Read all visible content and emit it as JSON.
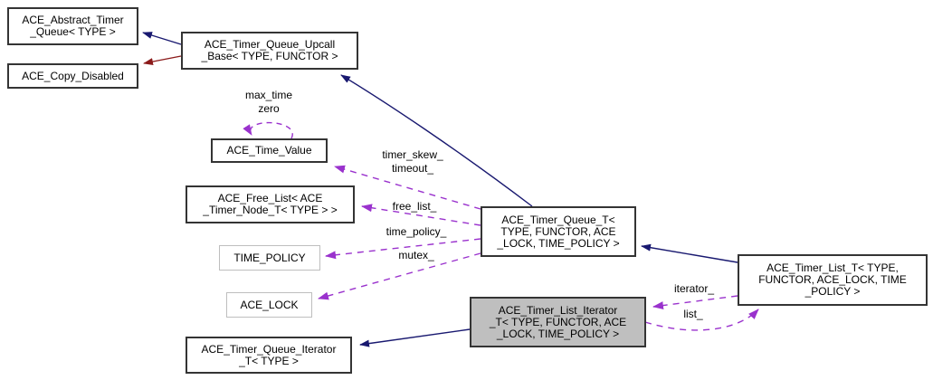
{
  "diagram": {
    "type": "uml-collaboration-graph",
    "colors": {
      "inheritance": "#191970",
      "private_inheritance": "#8b1a1a",
      "usage": "#9a32cd",
      "node_border": "#343434",
      "param_border": "#bebebe",
      "selected_fill": "#bfbfbf",
      "background": "#ffffff"
    },
    "nodes": [
      {
        "id": "ace-abstract-timer-queue",
        "lines": [
          "ACE_Abstract_Timer",
          "_Queue< TYPE >"
        ]
      },
      {
        "id": "ace-copy-disabled",
        "lines": [
          "ACE_Copy_Disabled"
        ]
      },
      {
        "id": "ace-timer-queue-upcall-base",
        "lines": [
          "ACE_Timer_Queue_Upcall",
          "_Base< TYPE, FUNCTOR >"
        ]
      },
      {
        "id": "ace-time-value",
        "lines": [
          "ACE_Time_Value"
        ]
      },
      {
        "id": "ace-free-list",
        "lines": [
          "ACE_Free_List< ACE",
          "_Timer_Node_T< TYPE > >"
        ]
      },
      {
        "id": "time-policy",
        "lines": [
          "TIME_POLICY"
        ]
      },
      {
        "id": "ace-lock",
        "lines": [
          "ACE_LOCK"
        ]
      },
      {
        "id": "ace-timer-queue-iterator-t",
        "lines": [
          "ACE_Timer_Queue_Iterator",
          "_T< TYPE >"
        ]
      },
      {
        "id": "ace-timer-queue-t",
        "lines": [
          "ACE_Timer_Queue_T<",
          "TYPE, FUNCTOR, ACE",
          "_LOCK, TIME_POLICY >"
        ]
      },
      {
        "id": "ace-timer-list-iterator-t",
        "lines": [
          "ACE_Timer_List_Iterator",
          "_T< TYPE, FUNCTOR, ACE",
          "_LOCK, TIME_POLICY >"
        ]
      },
      {
        "id": "ace-timer-list-t",
        "lines": [
          "ACE_Timer_List_T< TYPE,",
          "FUNCTOR, ACE_LOCK, TIME",
          "_POLICY >"
        ]
      }
    ],
    "edge_labels": [
      {
        "id": "max-time-zero",
        "lines": [
          "max_time",
          "zero"
        ]
      },
      {
        "id": "timer-skew-timeout",
        "lines": [
          "timer_skew_",
          "timeout_"
        ]
      },
      {
        "id": "free-list",
        "lines": [
          "free_list_"
        ]
      },
      {
        "id": "time-policy",
        "lines": [
          "time_policy_"
        ]
      },
      {
        "id": "mutex",
        "lines": [
          "mutex_"
        ]
      },
      {
        "id": "iterator",
        "lines": [
          "iterator_"
        ]
      },
      {
        "id": "list",
        "lines": [
          "list_"
        ]
      }
    ]
  }
}
